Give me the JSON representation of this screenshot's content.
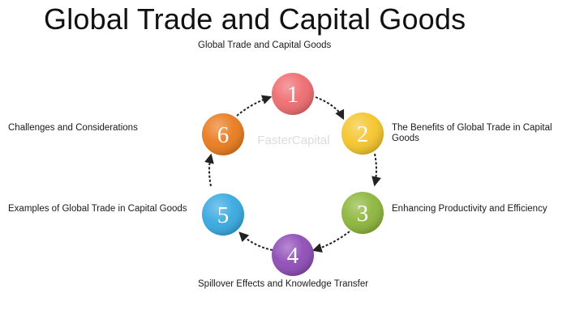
{
  "title": "Global Trade and Capital Goods",
  "watermark": "FasterCapital",
  "nodes": [
    {
      "number": "1",
      "label": "Global Trade and Capital Goods",
      "color": "#ee6b6f"
    },
    {
      "number": "2",
      "label": "The Benefits of Global Trade in Capital Goods",
      "color": "#f5c52a"
    },
    {
      "number": "3",
      "label": "Enhancing Productivity and Efficiency",
      "color": "#8cb53a"
    },
    {
      "number": "4",
      "label": "Spillover Effects and Knowledge Transfer",
      "color": "#8e4bb6"
    },
    {
      "number": "5",
      "label": "Examples of Global Trade in Capital Goods",
      "color": "#35a8e0"
    },
    {
      "number": "6",
      "label": "Challenges and Considerations",
      "color": "#e97a1c"
    }
  ],
  "colors": {
    "arrow": "#222222",
    "text": "#1a1a1a"
  }
}
